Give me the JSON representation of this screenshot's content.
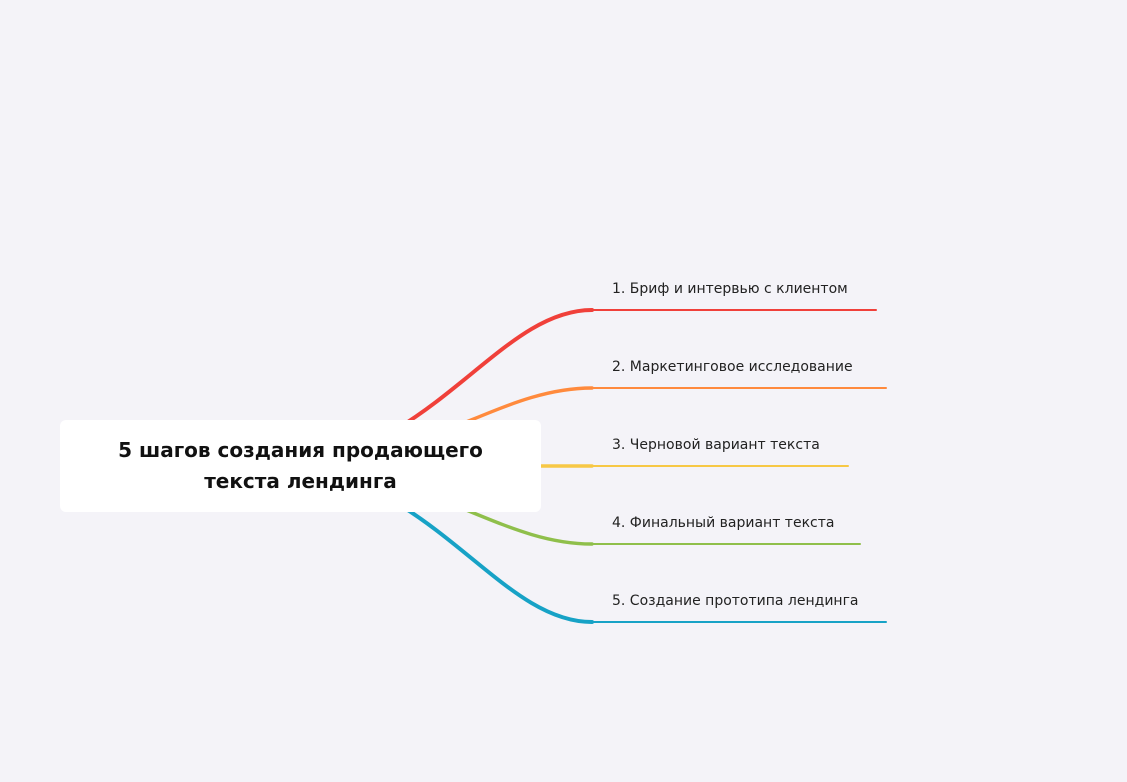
{
  "central_topic": {
    "title": "5 шагов создания продающего\nтекста лендинга"
  },
  "branches": [
    {
      "label": "1. Бриф и интервью с клиентом",
      "color": "#f0403a"
    },
    {
      "label": "2. Маркетинговое исследование",
      "color": "#ff8a3d"
    },
    {
      "label": "3. Черновой вариант текста",
      "color": "#f7c845"
    },
    {
      "label": "4. Финальный вариант текста",
      "color": "#8fbf4b"
    },
    {
      "label": "5. Создание прототипа лендинга",
      "color": "#17a2c6"
    }
  ]
}
